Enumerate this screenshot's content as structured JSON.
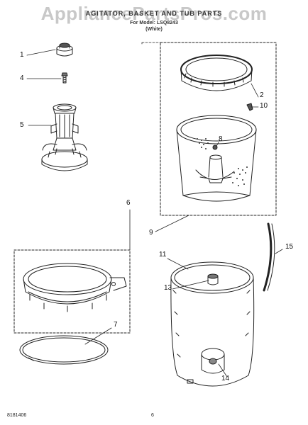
{
  "watermark": "AppliancePartsPros.com",
  "header": {
    "title": "AGITATOR, BASKET AND TUB PARTS",
    "for_models": "For Model: LSQ8243",
    "color_code": "(White)"
  },
  "callouts": {
    "c1": "1",
    "c2": "2",
    "c4": "4",
    "c5": "5",
    "c6": "6",
    "c7": "7",
    "c8": "8",
    "c9": "9",
    "c10": "10",
    "c11": "11",
    "c13": "13",
    "c14": "14",
    "c15": "15"
  },
  "footer": {
    "doc_number": "8181406",
    "page_number": "6"
  }
}
